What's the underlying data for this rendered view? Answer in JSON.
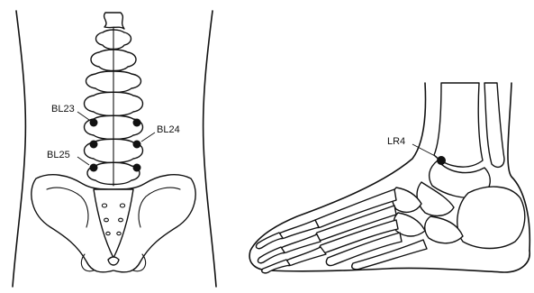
{
  "back_panel": {
    "points": {
      "bl23": {
        "label": "BL23"
      },
      "bl24": {
        "label": "BL24"
      },
      "bl25": {
        "label": "BL25"
      }
    }
  },
  "foot_panel": {
    "points": {
      "lr4": {
        "label": "LR4"
      }
    }
  },
  "colors": {
    "ink": "#111111",
    "background": "#ffffff"
  }
}
